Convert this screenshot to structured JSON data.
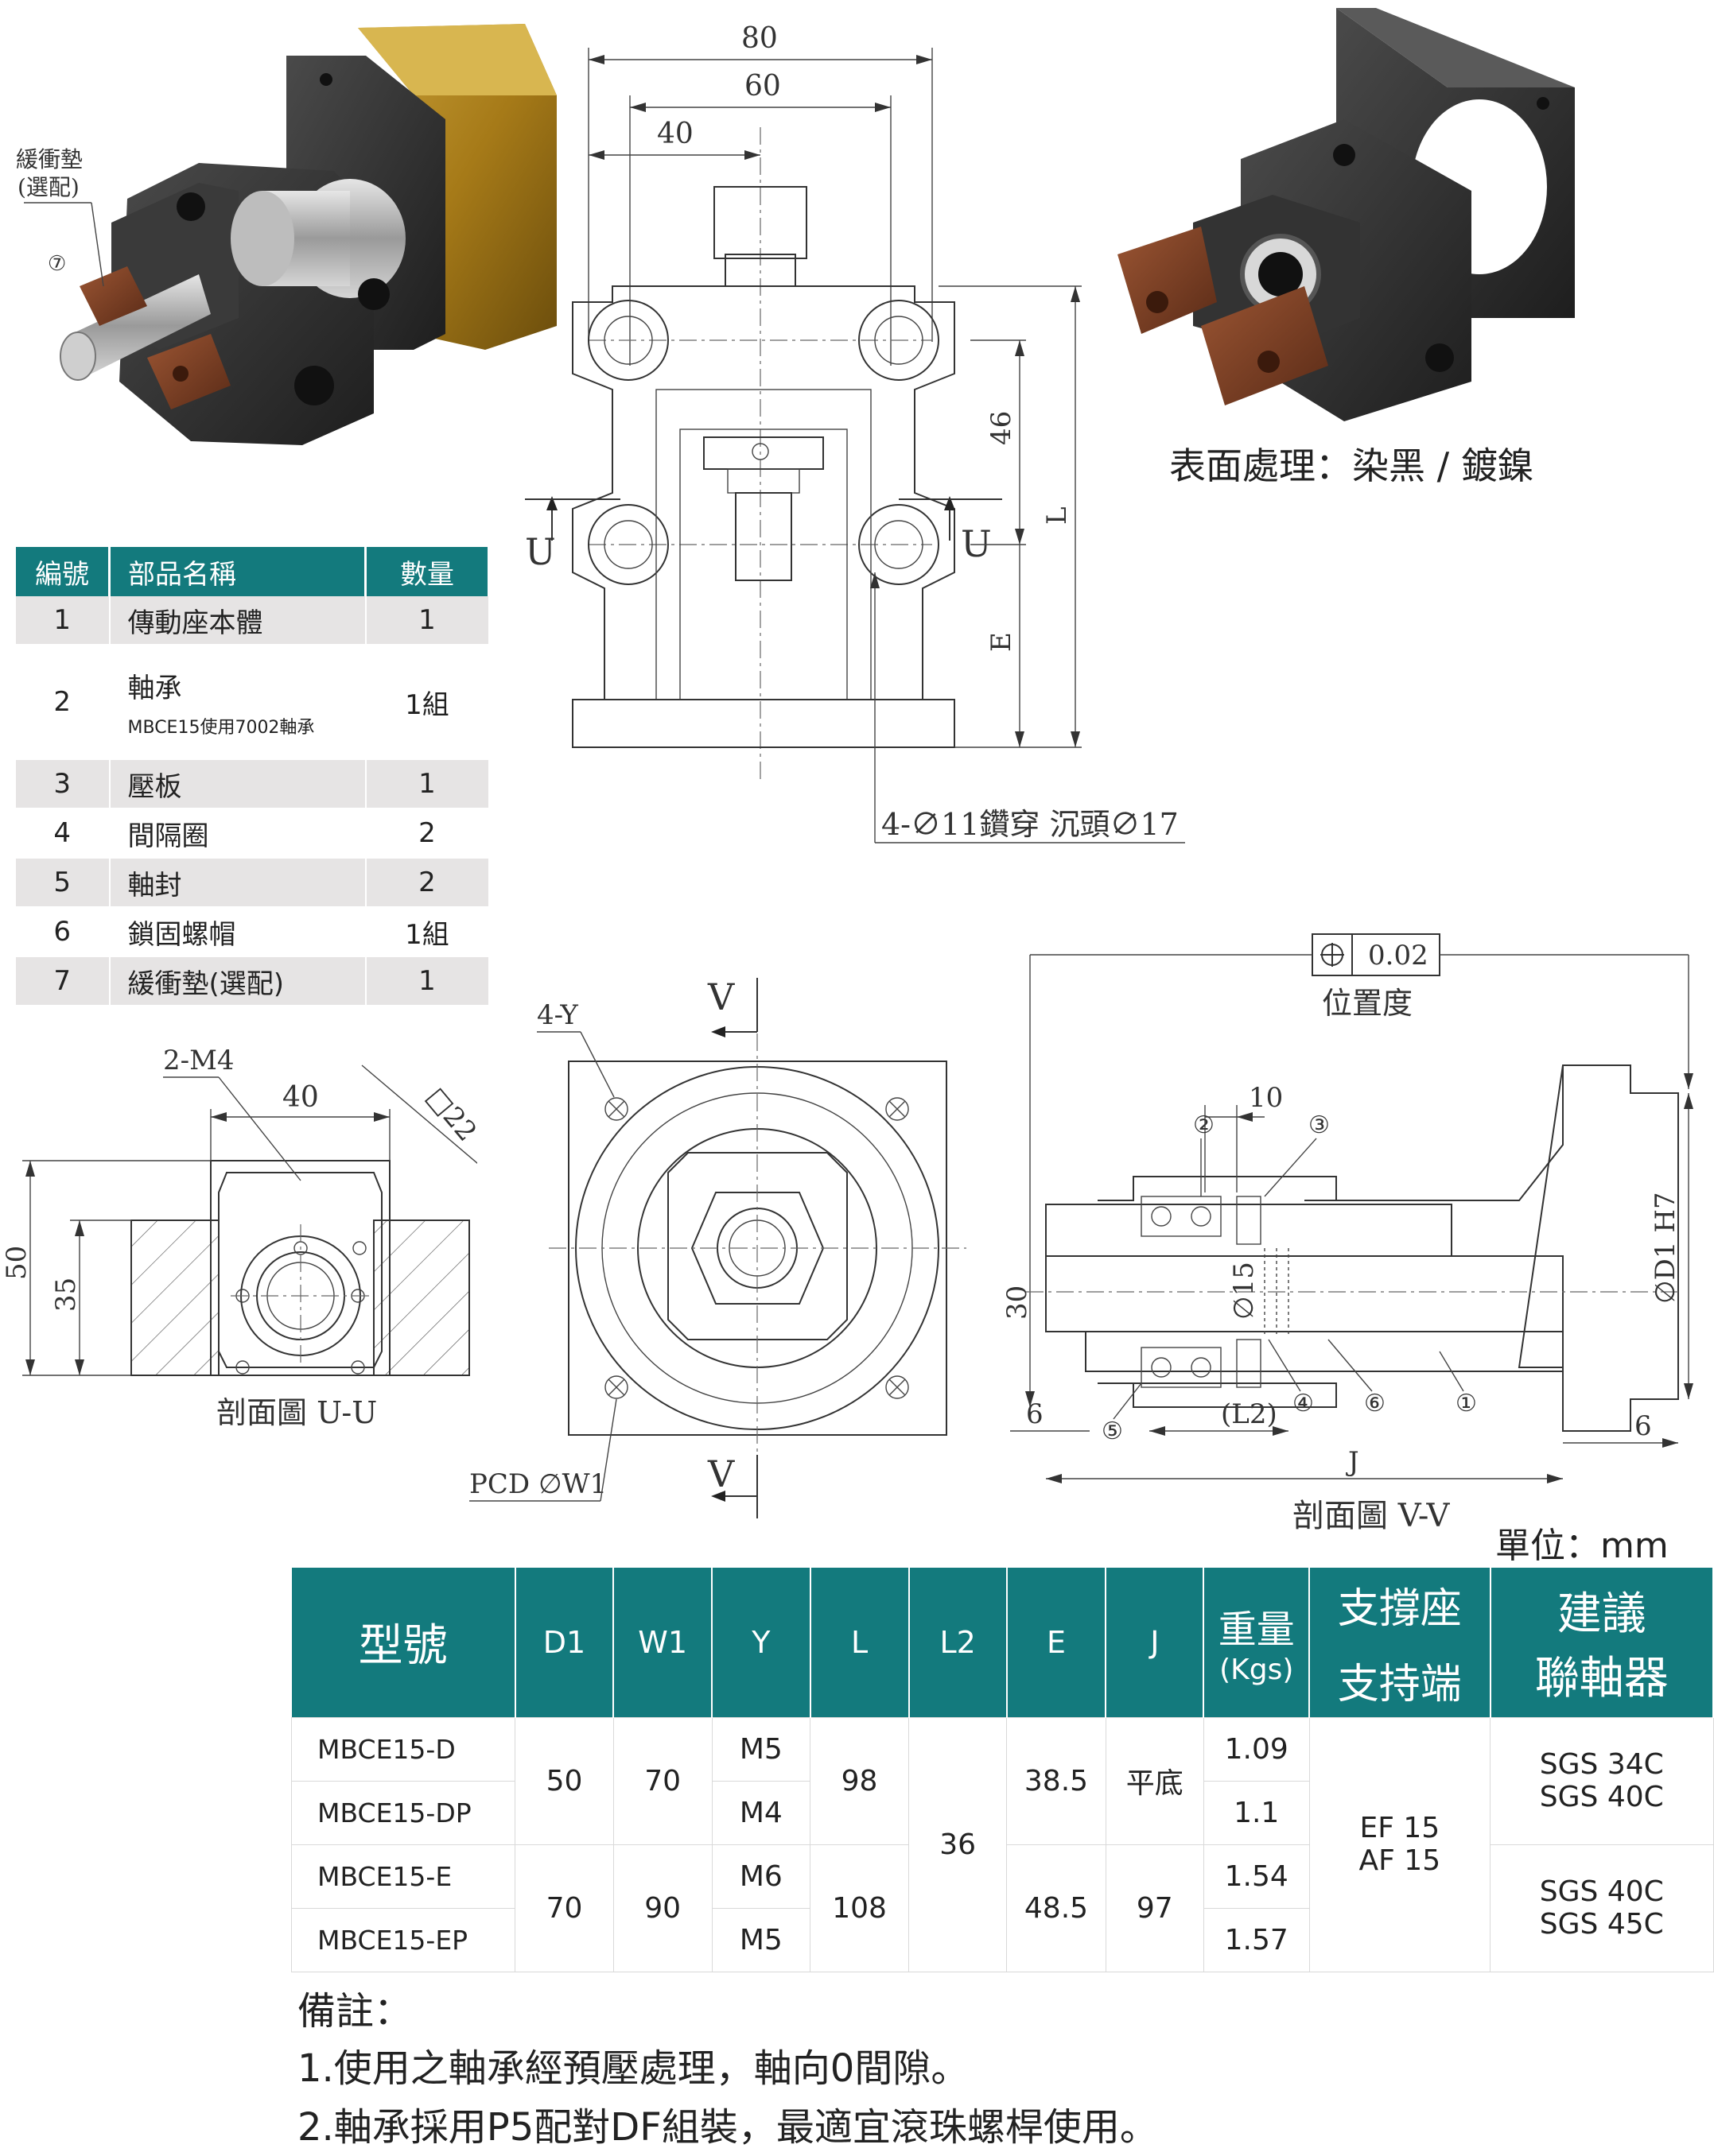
{
  "figure": {
    "buffer_label_1": "緩衝墊",
    "buffer_label_2": "(選配)",
    "buffer_num": "⑦",
    "surface_treatment": "表面處理：染黑 / 鍍鎳",
    "dims_top": {
      "d80": "80",
      "d60": "60",
      "d40": "40",
      "d46": "46",
      "dL": "L",
      "dE": "E",
      "holes": "4-∅11鑽穿 沉頭∅17",
      "U1": "U",
      "U2": "U"
    },
    "section_uu": {
      "m4": "2-M4",
      "d40": "40",
      "sq22": "□22",
      "d50": "50",
      "d35": "35",
      "caption": "剖面圖 U-U"
    },
    "front": {
      "y": "4-Y",
      "v1": "V",
      "v2": "V",
      "pcd": "PCD ∅W1"
    },
    "section_vv": {
      "pos_tol": "0.02",
      "pos_label": "位置度",
      "d10": "10",
      "d15": "∅15",
      "d30": "30",
      "d1": "∅D1 H7",
      "d6a": "6",
      "l2": "(L2)",
      "d6b": "6",
      "j": "J",
      "caption": "剖面圖 V-V",
      "n1": "①",
      "n2": "②",
      "n3": "③",
      "n4": "④",
      "n5": "⑤",
      "n6": "⑥"
    },
    "unit": "單位：mm"
  },
  "parts_table": {
    "headers": [
      "編號",
      "部品名稱",
      "數量"
    ],
    "rows": [
      {
        "no": "1",
        "name": "傳動座本體",
        "note": "",
        "qty": "1"
      },
      {
        "no": "2",
        "name": "軸承",
        "note": "MBCE15使用7002軸承",
        "qty": "1組"
      },
      {
        "no": "3",
        "name": "壓板",
        "note": "",
        "qty": "1"
      },
      {
        "no": "4",
        "name": "間隔圈",
        "note": "",
        "qty": "2"
      },
      {
        "no": "5",
        "name": "軸封",
        "note": "",
        "qty": "2"
      },
      {
        "no": "6",
        "name": "鎖固螺帽",
        "note": "",
        "qty": "1組"
      },
      {
        "no": "7",
        "name": "緩衝墊(選配)",
        "note": "",
        "qty": "1"
      }
    ]
  },
  "spec_table": {
    "headers": {
      "model": "型號",
      "d1": "D1",
      "w1": "W1",
      "y": "Y",
      "l": "L",
      "l2": "L2",
      "e": "E",
      "j": "J",
      "weight": "重量",
      "weight_unit": "(Kgs)",
      "support": "支撐座",
      "support_end": "支持端",
      "coupling": "建議",
      "coupling2": "聯軸器"
    },
    "models": [
      "MBCE15-D",
      "MBCE15-DP",
      "MBCE15-E",
      "MBCE15-EP"
    ],
    "d1": [
      "50",
      "70"
    ],
    "w1": [
      "70",
      "90"
    ],
    "y": [
      "M5",
      "M4",
      "M6",
      "M5"
    ],
    "l": [
      "98",
      "108"
    ],
    "l2": "36",
    "e": [
      "38.5",
      "48.5"
    ],
    "j": [
      "平底",
      "97"
    ],
    "weight": [
      "1.09",
      "1.1",
      "1.54",
      "1.57"
    ],
    "support": [
      "EF 15",
      "AF 15"
    ],
    "coupling_a": [
      "SGS 34C",
      "SGS 40C"
    ],
    "coupling_b": [
      "SGS 40C",
      "SGS 45C"
    ]
  },
  "notes": {
    "title": "備註：",
    "items": [
      "1.使用之軸承經預壓處理，軸向0間隙。",
      "2.軸承採用P5配對DF組裝，最適宜滾珠螺桿使用。"
    ]
  }
}
